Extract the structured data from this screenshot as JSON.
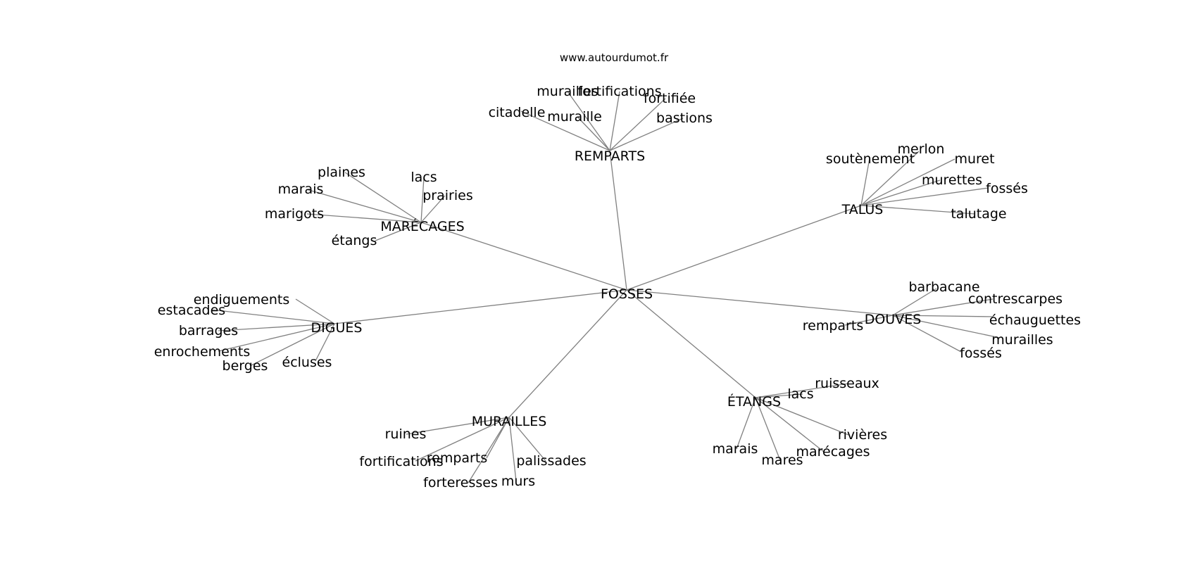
{
  "site": "www.autourdumot.fr",
  "center": "FOSSES",
  "groups": [
    {
      "label": "REMPARTS",
      "words": [
        "murailles",
        "fortifications",
        "fortifiée",
        "citadelle",
        "muraille",
        "bastions"
      ]
    },
    {
      "label": "TALUS",
      "words": [
        "soutènement",
        "merlon",
        "muret",
        "murettes",
        "fossés",
        "talutage"
      ]
    },
    {
      "label": "MARÉCAGES",
      "words": [
        "plaines",
        "lacs",
        "marais",
        "prairies",
        "marigots",
        "étangs"
      ]
    },
    {
      "label": "DIGUES",
      "words": [
        "endiguements",
        "estacades",
        "barrages",
        "enrochements",
        "berges",
        "écluses"
      ]
    },
    {
      "label": "DOUVES",
      "words": [
        "barbacane",
        "contrescarpes",
        "échauguettes",
        "murailles",
        "fossés",
        "remparts"
      ]
    },
    {
      "label": "ÉTANGS",
      "words": [
        "ruisseaux",
        "lacs",
        "rivières",
        "marais",
        "mares",
        "marécages"
      ]
    },
    {
      "label": "MURAILLES",
      "words": [
        "ruines",
        "fortifications",
        "remparts",
        "palissades",
        "forteresses",
        "murs"
      ]
    }
  ]
}
